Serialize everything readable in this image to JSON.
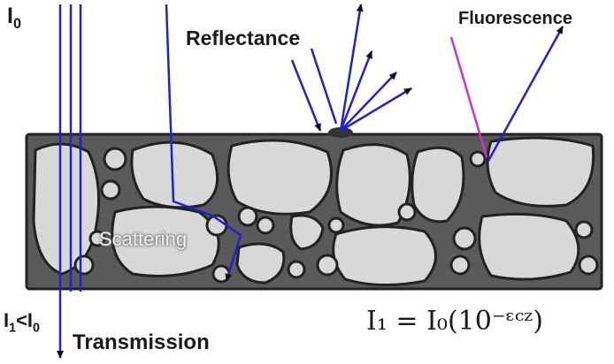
{
  "labels": {
    "i0": "I",
    "i0_sub": "0",
    "reflectance": "Reflectance",
    "fluorescence": "Fluorescence",
    "scattering": "Scattering",
    "i1_a": "I",
    "i1_a_sub": "1",
    "i1_lt": "<I",
    "i1_b_sub": "0",
    "transmission": "Transmission",
    "equation": "I₁ = I₀(10⁻ᵋᶜᶻ)"
  },
  "colors": {
    "ray": "#2222cc",
    "fluorescence_ray": "#cc33cc",
    "slab_fill": "#5a5a5a",
    "grain_fill": "#d8d8d8",
    "grain_stroke": "#222222"
  }
}
